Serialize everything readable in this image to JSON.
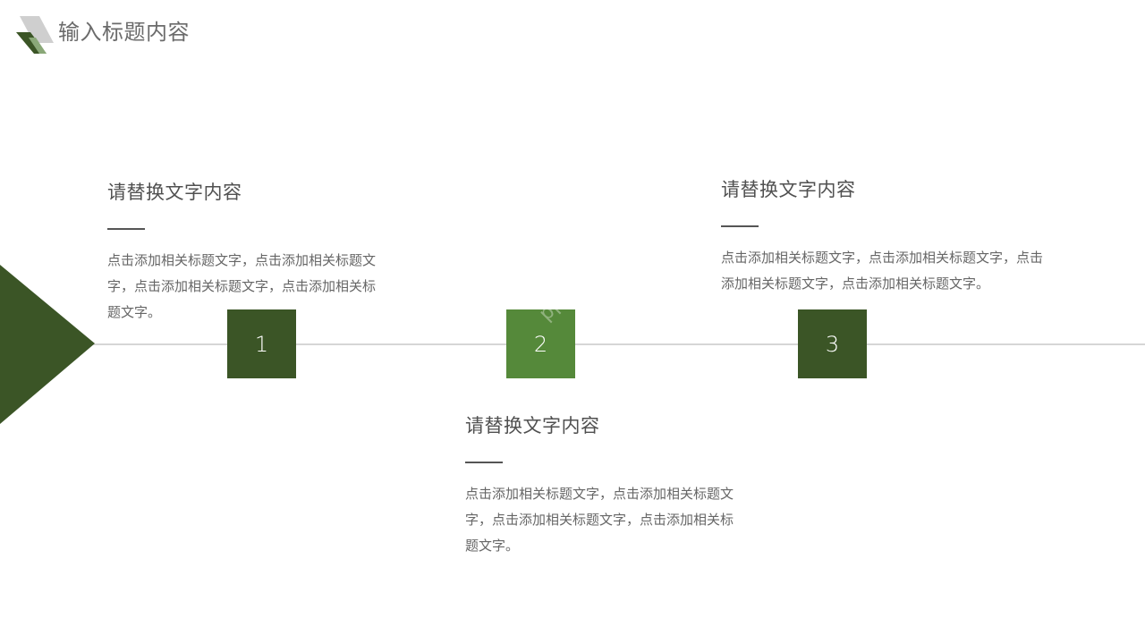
{
  "colors": {
    "dark_green": "#3b5526",
    "light_green": "#55893a",
    "line": "#d6d6d6"
  },
  "header": {
    "title": "输入标题内容",
    "logo_icon": "stacked-parallelogram-logo-icon"
  },
  "steps": [
    {
      "number": "1",
      "title": "请替换文字内容",
      "body": "点击添加相关标题文字，点击添加相关标题文字，点击添加相关标题文字，点击添加相关标题文字。"
    },
    {
      "number": "2",
      "title": "请替换文字内容",
      "body": "点击添加相关标题文字，点击添加相关标题文字，点击添加相关标题文字，点击添加相关标题文字。"
    },
    {
      "number": "3",
      "title": "请替换文字内容",
      "body": "点击添加相关标题文字，点击添加相关标题文字，点击添加相关标题文字，点击添加相关标题文字。"
    }
  ],
  "watermark": "ppt"
}
